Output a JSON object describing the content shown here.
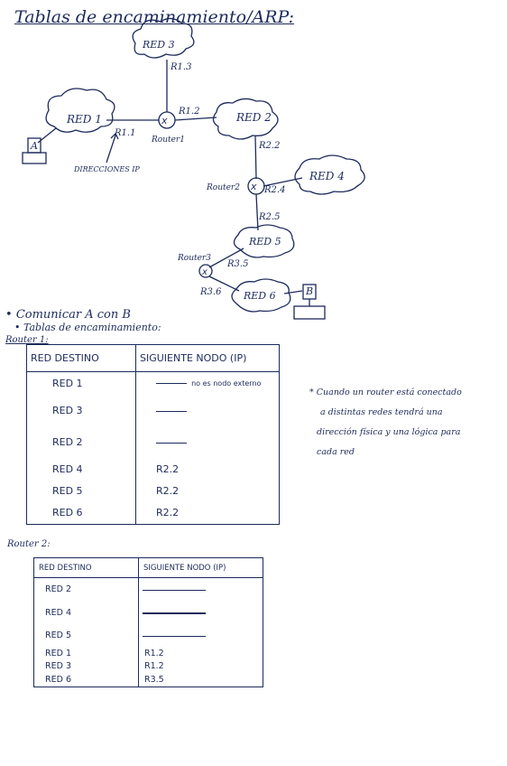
{
  "title": "Tablas de encaminamiento/ARP:",
  "diagram": {
    "networks": [
      "RED 3",
      "RED 1",
      "RED 2",
      "RED 4",
      "RED 5",
      "RED 6"
    ],
    "interfaces": [
      "R1.3",
      "R1.2",
      "R1.1",
      "R2.2",
      "R2.4",
      "R2.5",
      "R3.5",
      "R3.6"
    ],
    "routers": [
      "Router1",
      "Router2",
      "Router3"
    ],
    "hosts": [
      "A",
      "B"
    ],
    "ip_note": "Direcciones IP"
  },
  "notes": {
    "bullet1": "Comunicar A con B",
    "bullet2": "Tablas de encaminamiento:",
    "router1_label": "Router 1:",
    "router2_label": "Router 2:",
    "side_note": [
      "Cuando un router está conectado",
      "a distintas redes tendrá una",
      "dirección física y una lógica para",
      "cada red"
    ]
  },
  "table1": {
    "headers": [
      "RED DESTINO",
      "SIGUIENTE NODO (IP)"
    ],
    "rows": [
      {
        "dest": "RED 1",
        "next": "",
        "note": "no es nodo externo"
      },
      {
        "dest": "RED 3",
        "next": "",
        "note": ""
      },
      {
        "dest": "RED 2",
        "next": "",
        "note": ""
      },
      {
        "dest": "RED 4",
        "next": "R2.2",
        "note": ""
      },
      {
        "dest": "RED 5",
        "next": "R2.2",
        "note": ""
      },
      {
        "dest": "RED 6",
        "next": "R2.2",
        "note": ""
      }
    ]
  },
  "table2": {
    "headers": [
      "RED DESTINO",
      "SIGUIENTE NODO (IP)"
    ],
    "rows": [
      {
        "dest": "RED 2",
        "next": ""
      },
      {
        "dest": "RED 4",
        "next": ""
      },
      {
        "dest": "RED 5",
        "next": ""
      },
      {
        "dest": "RED 1",
        "next": "R1.2"
      },
      {
        "dest": "RED 3",
        "next": "R1.2"
      },
      {
        "dest": "RED 6",
        "next": "R3.5"
      }
    ]
  }
}
